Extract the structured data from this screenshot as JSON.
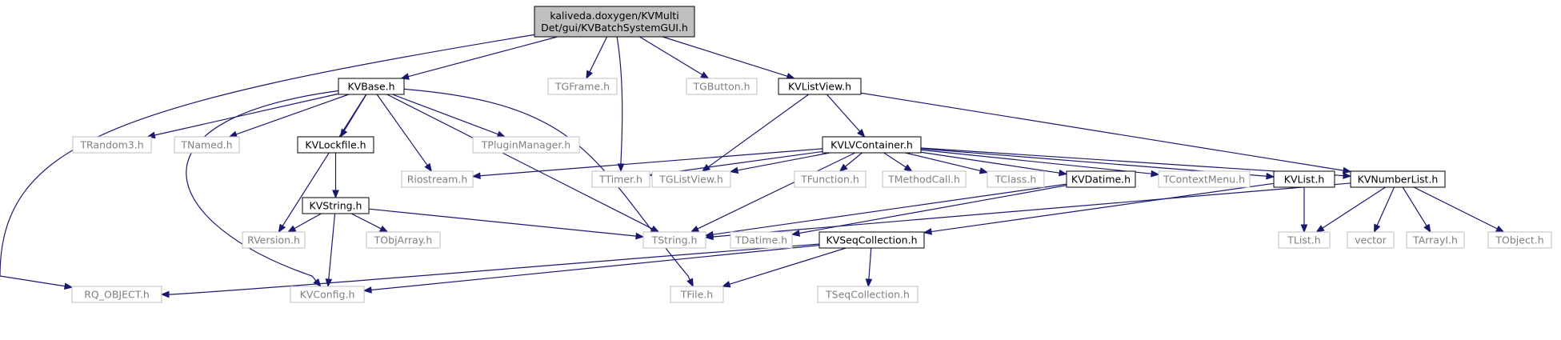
{
  "colors": {
    "edge": "#191970",
    "main_fill": "#bfbfbf",
    "doc_border": "#000000",
    "ext_border": "#bfbfbf",
    "ext_text": "#7f7f7f"
  },
  "diagram": {
    "nodes": [
      {
        "id": "root",
        "kind": "main",
        "lines": [
          "kaliveda.doxygen/KVMulti",
          "Det/gui/KVBatchSystemGUI.h"
        ]
      },
      {
        "id": "kvbase",
        "kind": "doc",
        "lines": [
          "KVBase.h"
        ]
      },
      {
        "id": "tgframe",
        "kind": "ext",
        "lines": [
          "TGFrame.h"
        ]
      },
      {
        "id": "tgbutton",
        "kind": "ext",
        "lines": [
          "TGButton.h"
        ]
      },
      {
        "id": "kvlistview",
        "kind": "doc",
        "lines": [
          "KVListView.h"
        ]
      },
      {
        "id": "trandom3",
        "kind": "ext",
        "lines": [
          "TRandom3.h"
        ]
      },
      {
        "id": "tnamed",
        "kind": "ext",
        "lines": [
          "TNamed.h"
        ]
      },
      {
        "id": "kvlockfile",
        "kind": "doc",
        "lines": [
          "KVLockfile.h"
        ]
      },
      {
        "id": "tpluginmanager",
        "kind": "ext",
        "lines": [
          "TPluginManager.h"
        ]
      },
      {
        "id": "kvlvcontainer",
        "kind": "doc",
        "lines": [
          "KVLVContainer.h"
        ]
      },
      {
        "id": "kvstring",
        "kind": "doc",
        "lines": [
          "KVString.h"
        ]
      },
      {
        "id": "riostream",
        "kind": "ext",
        "lines": [
          "Riostream.h"
        ]
      },
      {
        "id": "ttimer",
        "kind": "ext",
        "lines": [
          "TTimer.h"
        ]
      },
      {
        "id": "tglistview",
        "kind": "ext",
        "lines": [
          "TGListView.h"
        ]
      },
      {
        "id": "tfunction",
        "kind": "ext",
        "lines": [
          "TFunction.h"
        ]
      },
      {
        "id": "tmethodcall",
        "kind": "ext",
        "lines": [
          "TMethodCall.h"
        ]
      },
      {
        "id": "tclass",
        "kind": "ext",
        "lines": [
          "TClass.h"
        ]
      },
      {
        "id": "kvdatime",
        "kind": "doc",
        "lines": [
          "KVDatime.h"
        ]
      },
      {
        "id": "tcontextmenu",
        "kind": "ext",
        "lines": [
          "TContextMenu.h"
        ]
      },
      {
        "id": "kvlist",
        "kind": "doc",
        "lines": [
          "KVList.h"
        ]
      },
      {
        "id": "kvnumberlist",
        "kind": "doc",
        "lines": [
          "KVNumberList.h"
        ]
      },
      {
        "id": "rversion",
        "kind": "ext",
        "lines": [
          "RVersion.h"
        ]
      },
      {
        "id": "tobjarray",
        "kind": "ext",
        "lines": [
          "TObjArray.h"
        ]
      },
      {
        "id": "tstring",
        "kind": "ext",
        "lines": [
          "TString.h"
        ]
      },
      {
        "id": "tdatime",
        "kind": "ext",
        "lines": [
          "TDatime.h"
        ]
      },
      {
        "id": "kvseqcollection",
        "kind": "doc",
        "lines": [
          "KVSeqCollection.h"
        ]
      },
      {
        "id": "tlist",
        "kind": "ext",
        "lines": [
          "TList.h"
        ]
      },
      {
        "id": "vector",
        "kind": "ext",
        "lines": [
          "vector"
        ]
      },
      {
        "id": "tarrayi",
        "kind": "ext",
        "lines": [
          "TArrayI.h"
        ]
      },
      {
        "id": "tobject",
        "kind": "ext",
        "lines": [
          "TObject.h"
        ]
      },
      {
        "id": "rq_object",
        "kind": "ext",
        "lines": [
          "RQ_OBJECT.h"
        ]
      },
      {
        "id": "kvconfig",
        "kind": "ext",
        "lines": [
          "KVConfig.h"
        ]
      },
      {
        "id": "tfile",
        "kind": "ext",
        "lines": [
          "TFile.h"
        ]
      },
      {
        "id": "tseqcollection",
        "kind": "ext",
        "lines": [
          "TSeqCollection.h"
        ]
      }
    ],
    "edges": [
      [
        "root",
        "kvbase"
      ],
      [
        "root",
        "tgframe"
      ],
      [
        "root",
        "tgbutton"
      ],
      [
        "root",
        "kvlistview"
      ],
      [
        "root",
        "ttimer"
      ],
      [
        "root",
        "rq_object"
      ],
      [
        "kvbase",
        "trandom3"
      ],
      [
        "kvbase",
        "tnamed"
      ],
      [
        "kvbase",
        "kvlockfile"
      ],
      [
        "kvbase",
        "tpluginmanager"
      ],
      [
        "kvbase",
        "riostream"
      ],
      [
        "kvbase",
        "rversion"
      ],
      [
        "kvbase",
        "tstring"
      ],
      [
        "kvbase",
        "kvconfig"
      ],
      [
        "kvbase",
        "tfile"
      ],
      [
        "kvlockfile",
        "kvstring"
      ],
      [
        "kvstring",
        "rversion"
      ],
      [
        "kvstring",
        "tobjarray"
      ],
      [
        "kvstring",
        "tstring"
      ],
      [
        "kvstring",
        "kvconfig"
      ],
      [
        "kvlistview",
        "kvlvcontainer"
      ],
      [
        "kvlistview",
        "tglistview"
      ],
      [
        "kvlistview",
        "kvnumberlist"
      ],
      [
        "kvlvcontainer",
        "riostream"
      ],
      [
        "kvlvcontainer",
        "ttimer"
      ],
      [
        "kvlvcontainer",
        "tglistview"
      ],
      [
        "kvlvcontainer",
        "tfunction"
      ],
      [
        "kvlvcontainer",
        "tmethodcall"
      ],
      [
        "kvlvcontainer",
        "tclass"
      ],
      [
        "kvlvcontainer",
        "kvdatime"
      ],
      [
        "kvlvcontainer",
        "tcontextmenu"
      ],
      [
        "kvlvcontainer",
        "kvlist"
      ],
      [
        "kvlvcontainer",
        "kvnumberlist"
      ],
      [
        "kvlvcontainer",
        "tstring"
      ],
      [
        "kvdatime",
        "tstring"
      ],
      [
        "kvdatime",
        "tdatime"
      ],
      [
        "kvlist",
        "kvseqcollection"
      ],
      [
        "kvlist",
        "tlist"
      ],
      [
        "kvnumberlist",
        "tstring"
      ],
      [
        "kvnumberlist",
        "tlist"
      ],
      [
        "kvnumberlist",
        "vector"
      ],
      [
        "kvnumberlist",
        "tarrayi"
      ],
      [
        "kvnumberlist",
        "tobject"
      ],
      [
        "kvseqcollection",
        "rq_object"
      ],
      [
        "kvseqcollection",
        "kvconfig"
      ],
      [
        "kvseqcollection",
        "tfile"
      ],
      [
        "kvseqcollection",
        "tseqcollection"
      ]
    ]
  }
}
